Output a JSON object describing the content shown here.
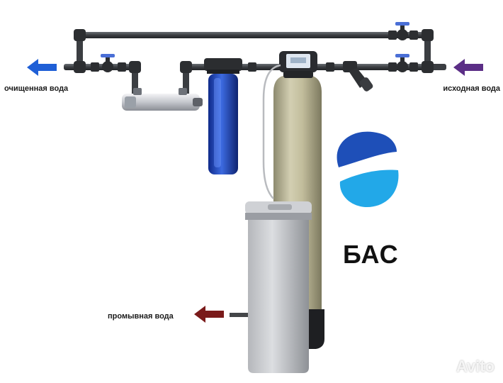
{
  "labels": {
    "purified_water": "очищенная вода",
    "source_water": "исходная вода",
    "wash_water": "промывная вода"
  },
  "brand": {
    "text": "БАС"
  },
  "watermark": {
    "text": "Avito"
  },
  "colors": {
    "arrow_purified": "#1f5fd6",
    "arrow_source": "#5b2e86",
    "arrow_wash": "#7a1a1a",
    "pipe": "#3b3e42",
    "logo_top": "#1e4fb8",
    "logo_bottom": "#22a8e8"
  },
  "icons": [
    "arrow-left-icon",
    "valve-icon",
    "uv-lamp-icon",
    "cartridge-filter-icon",
    "control-head-icon",
    "softener-tank-icon",
    "brine-tank-icon",
    "brand-logo-icon"
  ]
}
